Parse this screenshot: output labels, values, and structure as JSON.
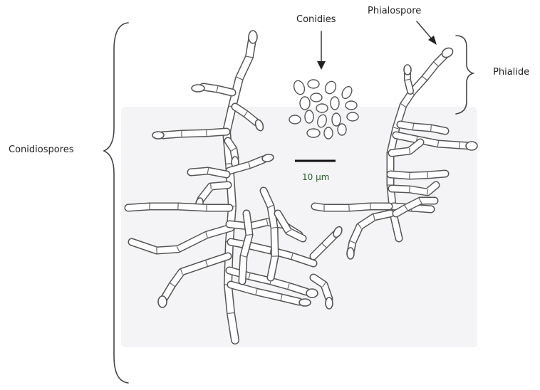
{
  "labels": {
    "conidiospores": "Conidiospores",
    "conidies": "Conidies",
    "phialospore": "Phialospore",
    "phialide": "Phialide",
    "scale": "10 µm"
  }
}
